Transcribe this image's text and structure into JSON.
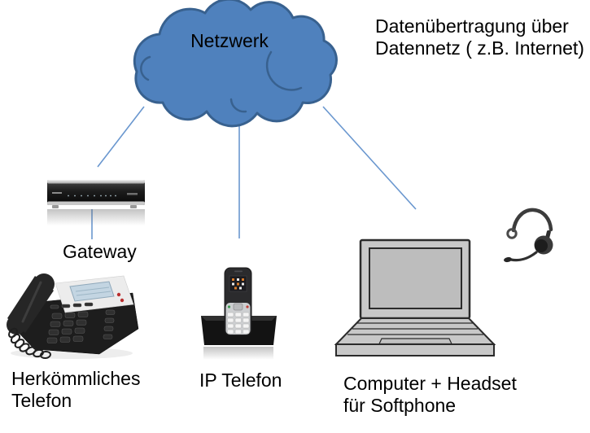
{
  "cloud": {
    "label": "Netzwerk",
    "icon": "network-cloud-icon",
    "fill": "#4f81bd",
    "stroke": "#38618f"
  },
  "annotation": {
    "line1": "Datenübertragung über",
    "line2": "Datennetz ( z.B. Internet)"
  },
  "nodes": {
    "gateway": {
      "label": "Gateway",
      "icon": "network-gateway-router-photo"
    },
    "legacy_phone": {
      "label_line1": "Herkömmliches",
      "label_line2": "Telefon",
      "icon": "desk-telephone-photo"
    },
    "ip_phone": {
      "label": "IP Telefon",
      "icon": "cordless-ip-phone-with-dock-photo"
    },
    "softphone": {
      "label_line1": "Computer + Headset",
      "label_line2": "für Softphone",
      "icon_laptop": "laptop-clipart-icon",
      "icon_headset": "headset-clipart-icon"
    }
  },
  "colors": {
    "background": "#ffffff",
    "cloud_fill": "#4f81bd",
    "cloud_stroke": "#38618f",
    "connector": "#6a97cf",
    "text": "#000000",
    "lcd_blue": "#c3d5e2",
    "accent_orange": "#d97b2a"
  }
}
